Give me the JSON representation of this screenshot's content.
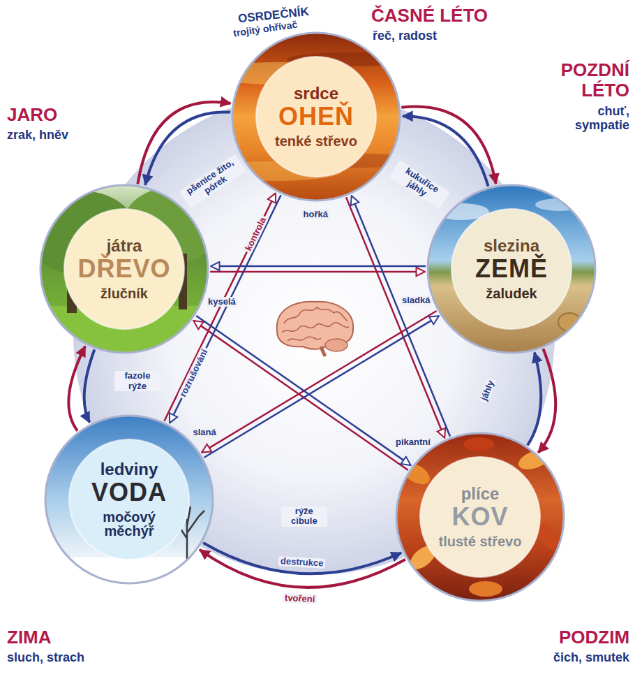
{
  "diagram": {
    "nodes": [
      {
        "text": [
          "srdce",
          "OHEŇ",
          "tenké střevo"
        ]
      },
      {
        "text": [
          "játra",
          "DŘEVO",
          "žlučník"
        ]
      },
      {
        "text": [
          "slezina",
          "ZEMĚ",
          "žaludek"
        ]
      },
      {
        "text": [
          "ledviny",
          "VODA",
          "močový měchýř"
        ]
      },
      {
        "text": [
          "plíce",
          "KOV",
          "tlusté střevo"
        ]
      }
    ],
    "edges": [
      {
        "from": 1,
        "to": 0,
        "arrow": "to"
      },
      {
        "from": 0,
        "to": 2,
        "arrow": "to"
      },
      {
        "from": 2,
        "to": 4,
        "arrow": "to"
      },
      {
        "from": 4,
        "to": 3,
        "arrow": "to",
        "label": "tvoření"
      },
      {
        "from": 3,
        "to": 1,
        "arrow": "to"
      },
      {
        "from": 0,
        "to": 1,
        "arrow": "to"
      },
      {
        "from": 2,
        "to": 0,
        "arrow": "to"
      },
      {
        "from": 4,
        "to": 2,
        "arrow": "to"
      },
      {
        "from": 3,
        "to": 4,
        "arrow": "to",
        "label": "destrukce"
      },
      {
        "from": 1,
        "to": 3,
        "arrow": "to"
      },
      {
        "from": 1,
        "to": 2,
        "arrow": "to"
      },
      {
        "from": 2,
        "to": 3,
        "arrow": "to"
      },
      {
        "from": 3,
        "to": 0,
        "arrow": "to",
        "label": "kontrola"
      },
      {
        "from": 0,
        "to": 4,
        "arrow": "to"
      },
      {
        "from": 4,
        "to": 1,
        "arrow": "to"
      },
      {
        "from": 2,
        "to": 1,
        "arrow": "to"
      },
      {
        "from": 3,
        "to": 2,
        "arrow": "to"
      },
      {
        "from": 0,
        "to": 3,
        "arrow": "to",
        "label": "rozrušování"
      },
      {
        "from": 4,
        "to": 0,
        "arrow": "to"
      },
      {
        "from": 1,
        "to": 4,
        "arrow": "to"
      }
    ],
    "labels": [
      "OSRDEČNÍK",
      "trojitý ohřívač",
      "ČASNÉ LÉTO",
      "řeč, radost",
      "JARO",
      "zrak, hněv",
      "POZDNÍ LÉTO",
      "chuť, sympatie",
      "ZIMA",
      "sluch, strach",
      "PODZIM",
      "čich, smutek",
      "pšenice žito, pórek",
      "kukuřice jáhly",
      "jáhly",
      "rýže cibule",
      "fazole rýže",
      "hořká",
      "kyselá",
      "sladká",
      "pikantní",
      "slaná"
    ]
  }
}
